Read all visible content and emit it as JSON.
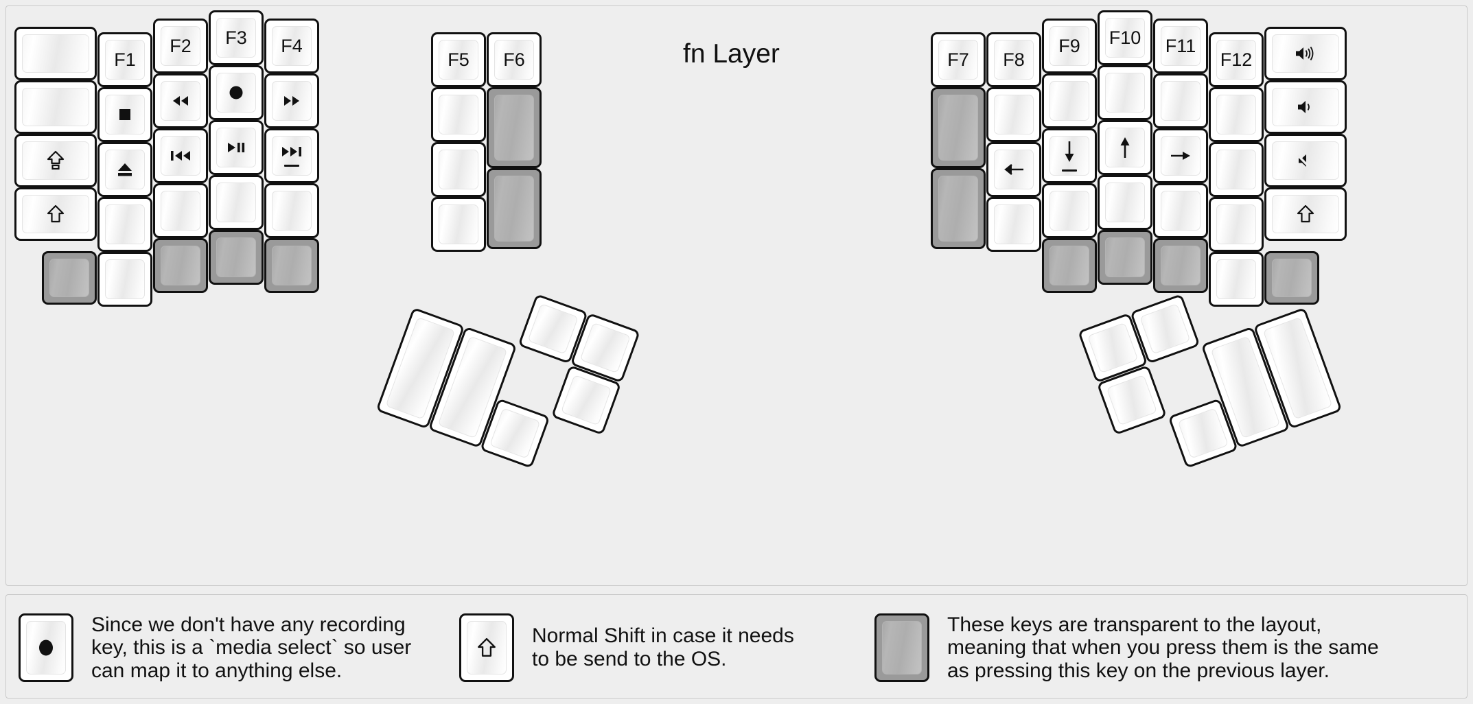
{
  "title": "fn Layer",
  "colors": {
    "background": "#eeeeee",
    "key_face": "#ffffff",
    "key_outline": "#111111",
    "transparent_key": "#9a9a9a"
  },
  "keyboard": {
    "left_half": {
      "columns": [
        {
          "name": "col-pinky-outer",
          "keys": [
            {
              "label": "",
              "icon": "blank",
              "state": "normal"
            },
            {
              "label": "",
              "icon": "blank",
              "state": "normal"
            },
            {
              "label": "",
              "icon": "caps-lock-icon",
              "state": "normal"
            },
            {
              "label": "",
              "icon": "shift-icon",
              "state": "normal"
            },
            {
              "label": "",
              "icon": "blank",
              "state": "transparent"
            }
          ]
        },
        {
          "name": "col-pinky",
          "keys": [
            {
              "label": "F1",
              "icon": "",
              "state": "normal"
            },
            {
              "label": "",
              "icon": "media-stop-icon",
              "state": "normal"
            },
            {
              "label": "",
              "icon": "media-eject-icon",
              "state": "normal"
            },
            {
              "label": "",
              "icon": "blank",
              "state": "normal"
            },
            {
              "label": "",
              "icon": "blank",
              "state": "normal"
            }
          ]
        },
        {
          "name": "col-ring",
          "keys": [
            {
              "label": "F2",
              "icon": "",
              "state": "normal"
            },
            {
              "label": "",
              "icon": "media-rewind-icon",
              "state": "normal"
            },
            {
              "label": "",
              "icon": "media-previous-icon",
              "state": "normal"
            },
            {
              "label": "",
              "icon": "blank",
              "state": "normal"
            },
            {
              "label": "",
              "icon": "blank",
              "state": "transparent"
            }
          ]
        },
        {
          "name": "col-middle",
          "keys": [
            {
              "label": "F3",
              "icon": "",
              "state": "normal"
            },
            {
              "label": "",
              "icon": "media-record-icon",
              "state": "normal"
            },
            {
              "label": "",
              "icon": "media-play-pause-icon",
              "state": "normal"
            },
            {
              "label": "",
              "icon": "blank",
              "state": "normal"
            },
            {
              "label": "",
              "icon": "blank",
              "state": "transparent"
            }
          ]
        },
        {
          "name": "col-index",
          "keys": [
            {
              "label": "F4",
              "icon": "",
              "state": "normal"
            },
            {
              "label": "",
              "icon": "media-fast-forward-icon",
              "state": "normal"
            },
            {
              "label": "",
              "icon": "media-next-icon",
              "state": "normal",
              "underline": true
            },
            {
              "label": "",
              "icon": "blank",
              "state": "normal"
            },
            {
              "label": "",
              "icon": "blank",
              "state": "transparent"
            }
          ]
        },
        {
          "name": "col-inner",
          "keys": [
            {
              "label": "F5",
              "icon": "",
              "state": "normal"
            },
            {
              "label": "",
              "icon": "blank",
              "state": "normal"
            },
            {
              "label": "",
              "icon": "blank",
              "state": "normal"
            },
            {
              "label": "",
              "icon": "blank",
              "state": "normal"
            }
          ]
        },
        {
          "name": "col-innermost",
          "keys": [
            {
              "label": "F6",
              "icon": "",
              "state": "normal"
            },
            {
              "label": "",
              "icon": "blank",
              "state": "transparent",
              "size": "2u"
            },
            {
              "label": "",
              "icon": "blank",
              "state": "transparent",
              "size": "2u"
            }
          ]
        }
      ],
      "thumb_cluster": [
        {
          "label": "",
          "icon": "blank",
          "state": "normal",
          "size": "2u"
        },
        {
          "label": "",
          "icon": "blank",
          "state": "normal",
          "size": "2u"
        },
        {
          "label": "",
          "icon": "blank",
          "state": "normal",
          "size": "1u"
        },
        {
          "label": "",
          "icon": "blank",
          "state": "normal",
          "size": "1u"
        },
        {
          "label": "",
          "icon": "blank",
          "state": "normal",
          "size": "1u"
        }
      ]
    },
    "right_half": {
      "columns": [
        {
          "name": "col-innermost",
          "keys": [
            {
              "label": "F7",
              "icon": "",
              "state": "normal"
            },
            {
              "label": "",
              "icon": "blank",
              "state": "transparent",
              "size": "2u"
            },
            {
              "label": "",
              "icon": "blank",
              "state": "transparent",
              "size": "2u"
            }
          ]
        },
        {
          "name": "col-inner",
          "keys": [
            {
              "label": "F8",
              "icon": "",
              "state": "normal"
            },
            {
              "label": "",
              "icon": "blank",
              "state": "normal"
            },
            {
              "label": "",
              "icon": "arrow-left-icon",
              "state": "normal"
            },
            {
              "label": "",
              "icon": "blank",
              "state": "normal"
            }
          ]
        },
        {
          "name": "col-index",
          "keys": [
            {
              "label": "F9",
              "icon": "",
              "state": "normal"
            },
            {
              "label": "",
              "icon": "blank",
              "state": "normal"
            },
            {
              "label": "",
              "icon": "arrow-down-icon",
              "state": "normal",
              "underline": true
            },
            {
              "label": "",
              "icon": "blank",
              "state": "normal"
            },
            {
              "label": "",
              "icon": "blank",
              "state": "transparent"
            }
          ]
        },
        {
          "name": "col-middle",
          "keys": [
            {
              "label": "F10",
              "icon": "",
              "state": "normal"
            },
            {
              "label": "",
              "icon": "blank",
              "state": "normal"
            },
            {
              "label": "",
              "icon": "arrow-up-icon",
              "state": "normal"
            },
            {
              "label": "",
              "icon": "blank",
              "state": "normal"
            },
            {
              "label": "",
              "icon": "blank",
              "state": "transparent"
            }
          ]
        },
        {
          "name": "col-ring",
          "keys": [
            {
              "label": "F11",
              "icon": "",
              "state": "normal"
            },
            {
              "label": "",
              "icon": "blank",
              "state": "normal"
            },
            {
              "label": "",
              "icon": "arrow-right-icon",
              "state": "normal"
            },
            {
              "label": "",
              "icon": "blank",
              "state": "normal"
            },
            {
              "label": "",
              "icon": "blank",
              "state": "transparent"
            }
          ]
        },
        {
          "name": "col-pinky",
          "keys": [
            {
              "label": "F12",
              "icon": "",
              "state": "normal"
            },
            {
              "label": "",
              "icon": "blank",
              "state": "normal"
            },
            {
              "label": "",
              "icon": "blank",
              "state": "normal"
            },
            {
              "label": "",
              "icon": "blank",
              "state": "normal"
            },
            {
              "label": "",
              "icon": "blank",
              "state": "normal"
            }
          ]
        },
        {
          "name": "col-pinky-outer",
          "keys": [
            {
              "label": "",
              "icon": "volume-up-icon",
              "state": "normal"
            },
            {
              "label": "",
              "icon": "volume-down-icon",
              "state": "normal"
            },
            {
              "label": "",
              "icon": "volume-mute-icon",
              "state": "normal"
            },
            {
              "label": "",
              "icon": "shift-icon",
              "state": "normal"
            },
            {
              "label": "",
              "icon": "blank",
              "state": "transparent"
            }
          ]
        }
      ],
      "thumb_cluster": [
        {
          "label": "",
          "icon": "blank",
          "state": "normal",
          "size": "1u"
        },
        {
          "label": "",
          "icon": "blank",
          "state": "normal",
          "size": "1u"
        },
        {
          "label": "",
          "icon": "blank",
          "state": "normal",
          "size": "1u"
        },
        {
          "label": "",
          "icon": "blank",
          "state": "normal",
          "size": "2u"
        },
        {
          "label": "",
          "icon": "blank",
          "state": "normal",
          "size": "2u"
        }
      ]
    }
  },
  "legend": [
    {
      "key_icon": "media-record-icon",
      "key_state": "normal",
      "text": "Since we don't have any recording\nkey, this is a `media select` so user\ncan map it to anything else."
    },
    {
      "key_icon": "shift-icon",
      "key_state": "normal",
      "text": "Normal Shift in case it needs\nto be send to the OS."
    },
    {
      "key_icon": "blank",
      "key_state": "transparent",
      "text": "These keys are transparent to the layout,\nmeaning that when you press them is the same\nas pressing this key on the previous layer."
    }
  ]
}
